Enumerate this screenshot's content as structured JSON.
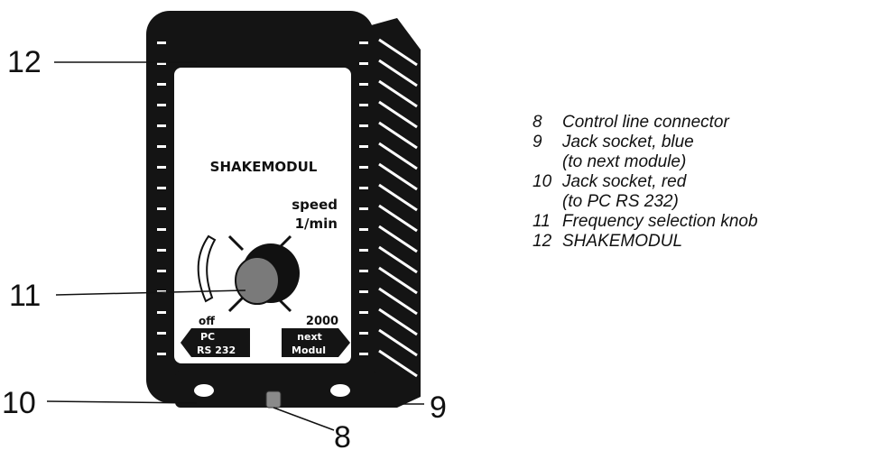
{
  "device": {
    "title": "SHAKEMODUL",
    "speed_label": "speed",
    "unit_label": "1/min",
    "off_label": "off",
    "max_label": "2000",
    "pc_label_line1": "PC",
    "pc_label_line2": "RS 232",
    "next_label_line1": "next",
    "next_label_line2": "Modul"
  },
  "callouts": {
    "c12": "12",
    "c11": "11",
    "c10": "10",
    "c9": "9",
    "c8": "8"
  },
  "legend": [
    {
      "num": "8",
      "lines": [
        "Control line connector"
      ]
    },
    {
      "num": "9",
      "lines": [
        "Jack socket, blue",
        "(to next module)"
      ]
    },
    {
      "num": "10",
      "lines": [
        "Jack socket, red",
        "(to PC RS 232)"
      ]
    },
    {
      "num": "11",
      "lines": [
        "Frequency selection knob"
      ]
    },
    {
      "num": "12",
      "lines": [
        "SHAKEMODUL"
      ]
    }
  ],
  "colors": {
    "housing": "#141414",
    "panel": "#ffffff",
    "knob": "#7a7a7a"
  }
}
